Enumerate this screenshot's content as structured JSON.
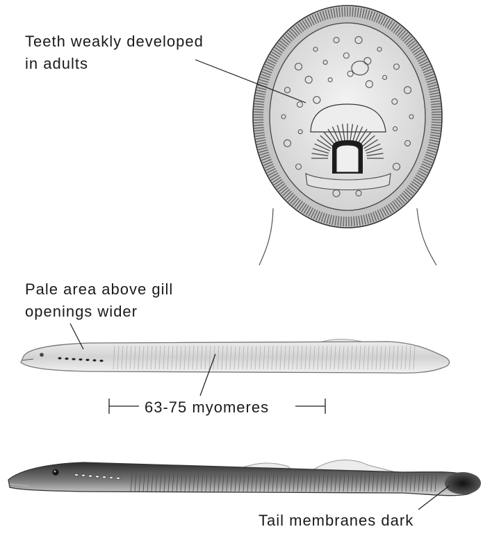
{
  "labels": {
    "teeth_line1": "Teeth weakly developed",
    "teeth_line2": "in adults",
    "pale_line1": "Pale area above gill",
    "pale_line2": "openings wider",
    "myomeres": "63-75 myomeres",
    "tail": "Tail membranes dark"
  },
  "colors": {
    "ink": "#1a1a1a",
    "light_shade": "#d9d9d9",
    "dark_shade": "#2a2a2a"
  }
}
